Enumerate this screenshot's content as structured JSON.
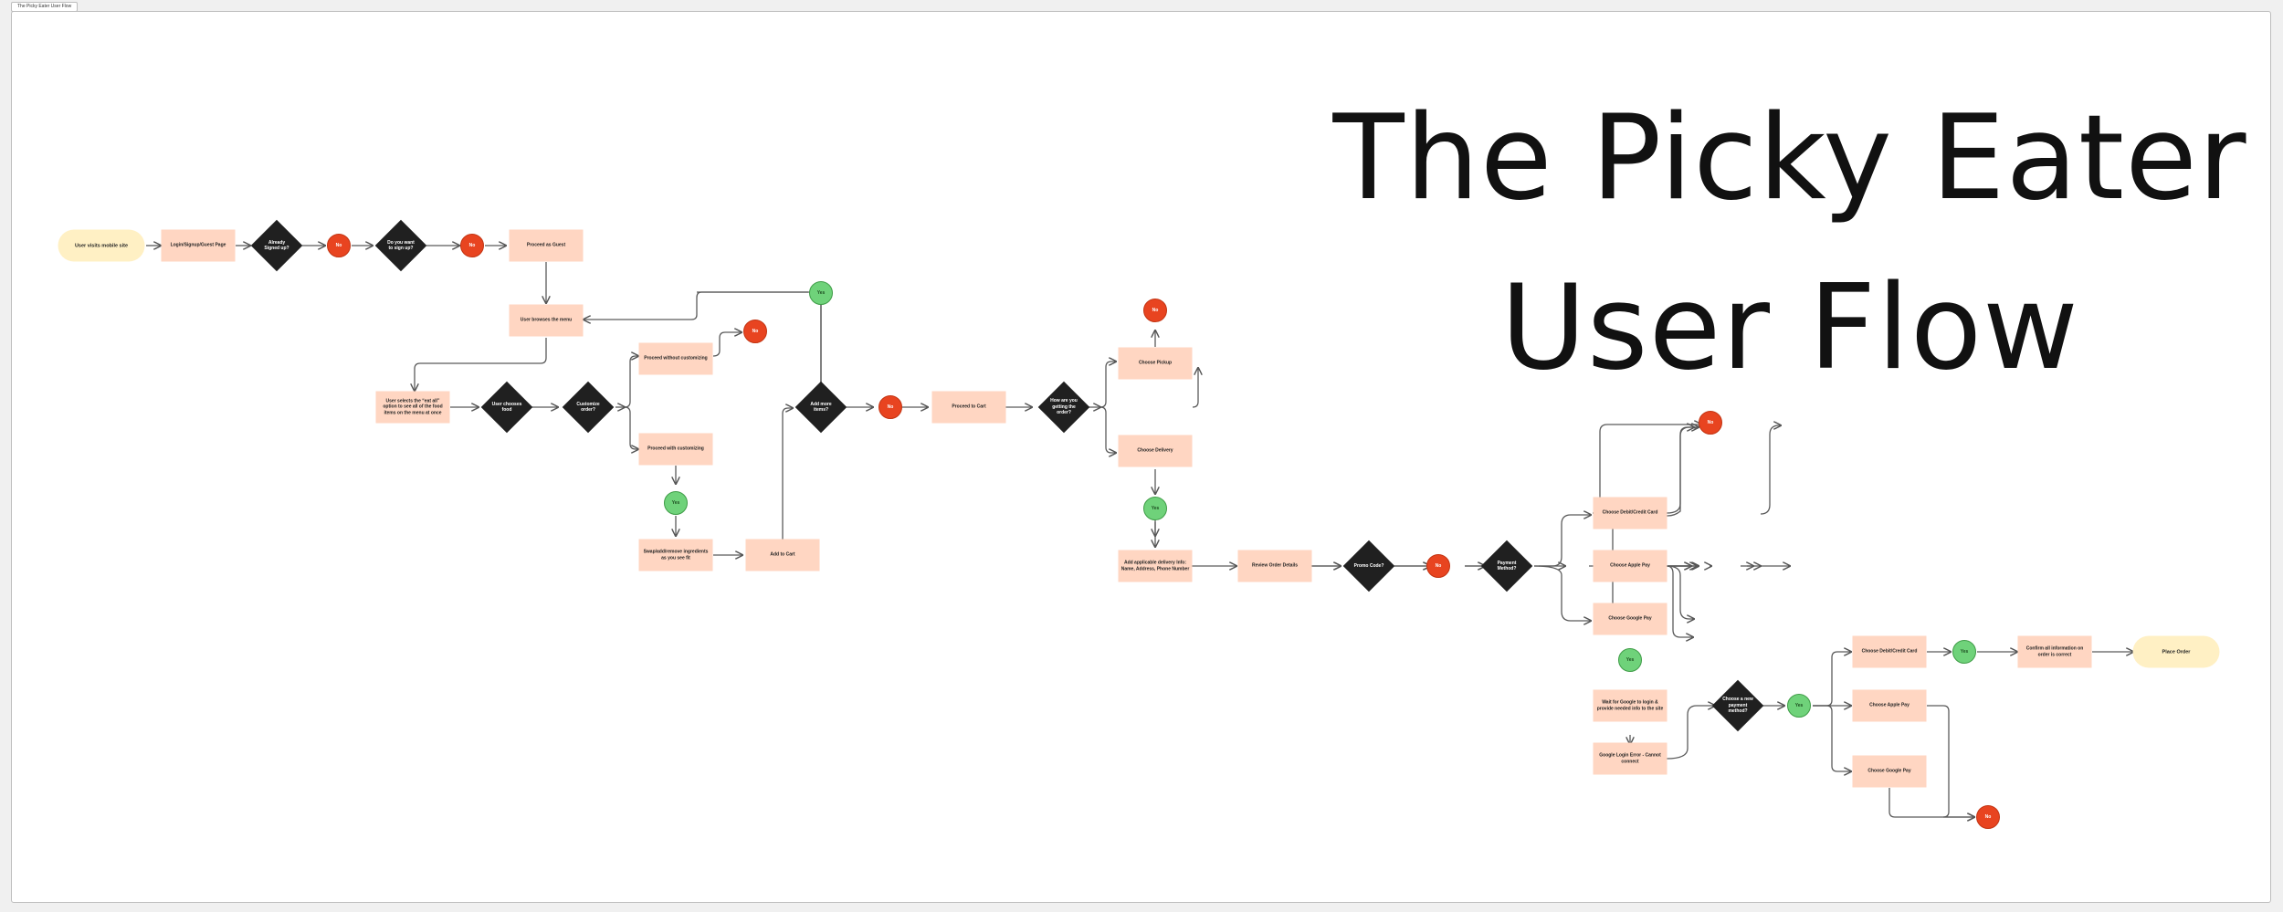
{
  "tab_label": "The Picky Eater User Flow",
  "title": {
    "line1": "The Picky Eater",
    "line2": "User Flow"
  },
  "nodes": {
    "visit": "User visits mobile site",
    "login": "Login/Signup/Guest Page",
    "signed": "Already Signed up?",
    "no1": "No",
    "want_sign": "Do you want to sign up?",
    "no2": "No",
    "guest": "Proceed as Guest",
    "browse": "User browses the menu",
    "eat_all": "User selects the “eat all” option to see all of the food items on the menu at once",
    "chosen": "User chooses food",
    "customize": "Customize order?",
    "no_custom": "Proceed without customizing",
    "no3": "No",
    "with_custom": "Proceed with customizing",
    "yes1": "Yes",
    "swap": "Swap/add/remove ingredients as you see fit",
    "add_cart": "Add to Cart",
    "add_more": "Add more items?",
    "yes2": "Yes",
    "no4": "No",
    "to_cart": "Proceed to Cart",
    "how_get": "How are you getting the order?",
    "pickup": "Choose Pickup",
    "no5": "No",
    "delivery": "Choose Delivery",
    "yes3": "Yes",
    "delivery_info": "Add applicable delivery Info: Name, Address, Phone Number",
    "review": "Review Order Details",
    "promo": "Promo Code?",
    "no6": "No",
    "payment": "Payment Method?",
    "debit1": "Choose Debit/Credit Card",
    "no7": "No",
    "apple1": "Choose Apple Pay",
    "google1": "Choose Google Pay",
    "yes4": "Yes",
    "wait_google": "Wait for Google to login & provide needed info to the site",
    "google_err": "Google Login Error - Cannot connect",
    "new_pay": "Choose a new payment method?",
    "yes5": "Yes",
    "debit2": "Choose Debit/Credit Card",
    "yes6": "Yes",
    "confirm": "Confirm all information on order is correct",
    "place": "Place Order",
    "apple2": "Choose Apple Pay",
    "google2": "Choose Google Pay",
    "no8": "No"
  }
}
